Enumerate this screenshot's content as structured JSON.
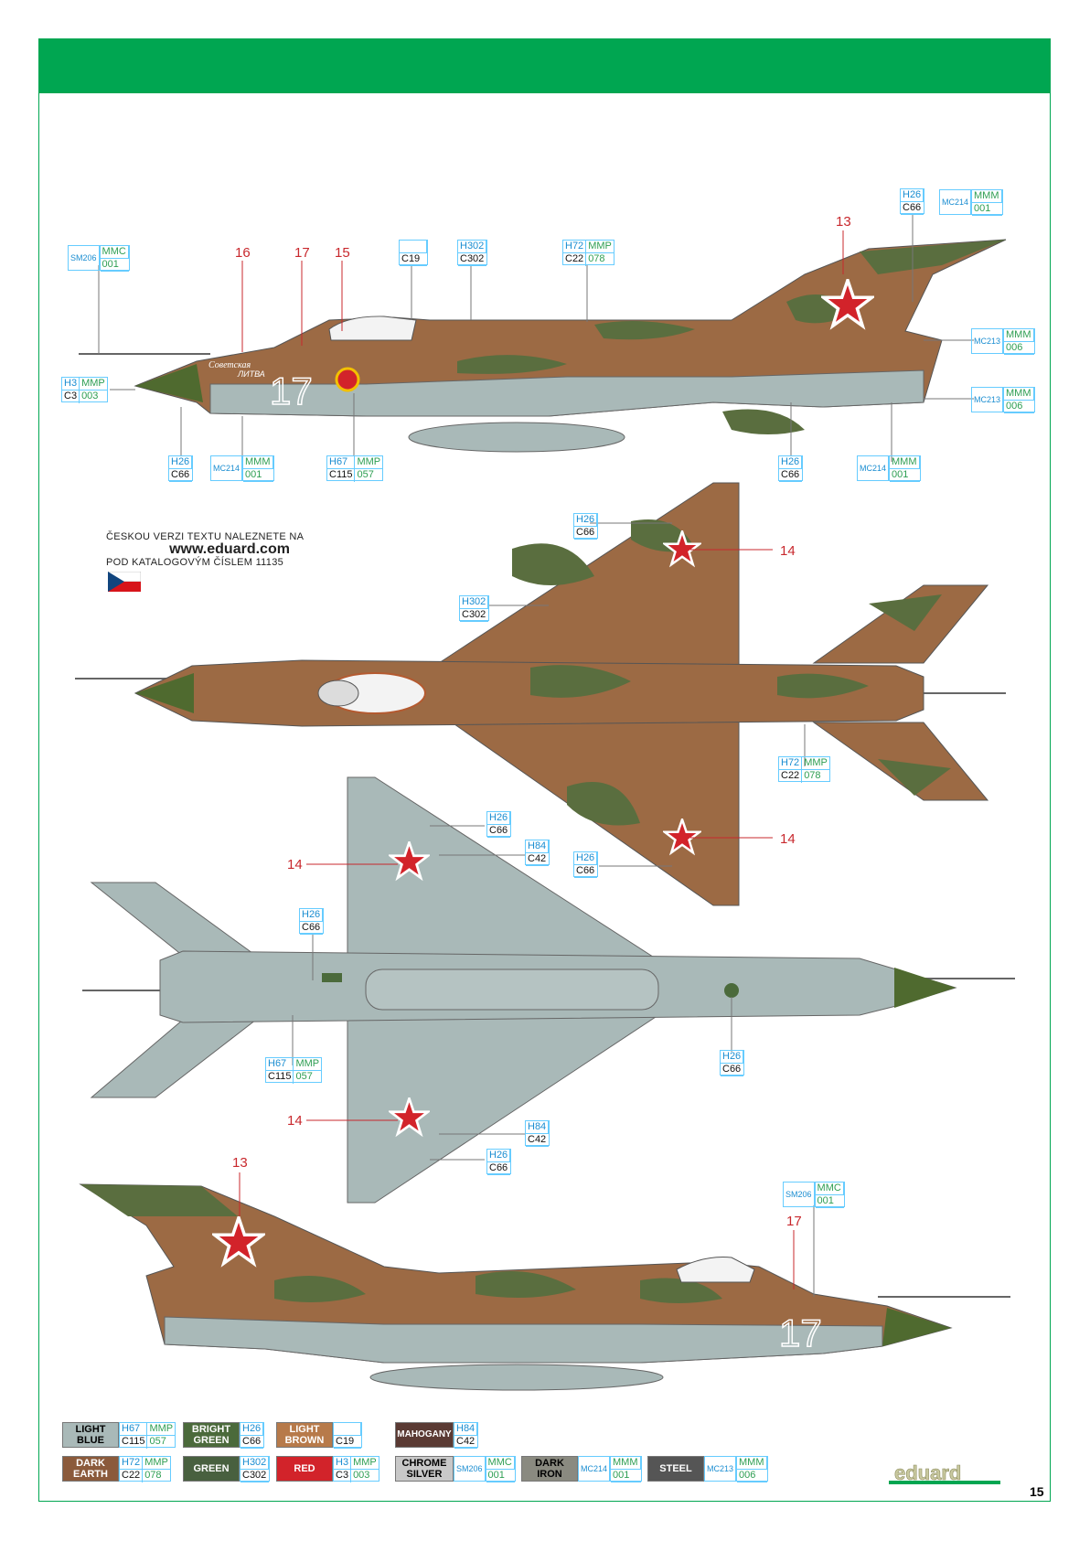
{
  "page_number": "15",
  "brand": "eduard",
  "czech_note": {
    "line1": "ČESKOU VERZI TEXTU NALEZNETE NA",
    "url": "www.eduard.com",
    "line3": "POD KATALOGOVÝM ČÍSLEM  11135"
  },
  "aircraft_markings": {
    "tail_number": "17",
    "nose_inscription_1": "Советская",
    "nose_inscription_2": "ЛИТВА"
  },
  "stencil_numbers": [
    "16",
    "17",
    "15",
    "13",
    "14",
    "14",
    "14",
    "14",
    "13",
    "17"
  ],
  "callouts": {
    "sm206_mmc_001": {
      "a": "SM206",
      "b": "MMC",
      "c": "001"
    },
    "c19": {
      "a": "",
      "b": "C19"
    },
    "h302_c302": {
      "a": "H302",
      "b": "C302"
    },
    "h72_c22": {
      "a": "H72",
      "b": "MMP",
      "c": "C22",
      "d": "078"
    },
    "h26_c66": {
      "a": "H26",
      "b": "C66"
    },
    "mc214_mmm_001": {
      "a": "MC214",
      "b": "MMM",
      "c": "001"
    },
    "mc213_mmm_006": {
      "a": "MC213",
      "b": "MMM",
      "c": "006"
    },
    "h3_c3": {
      "a": "H3",
      "b": "MMP",
      "c": "C3",
      "d": "003"
    },
    "h67_c115": {
      "a": "H67",
      "b": "MMP",
      "c": "C115",
      "d": "057"
    },
    "h84_c42": {
      "a": "H84",
      "b": "C42"
    }
  },
  "palette": [
    {
      "name": "LIGHT BLUE",
      "color": "#a9b9b8",
      "text_color": "#000000",
      "a": "H67",
      "b": "MMP",
      "c": "C115",
      "d": "057"
    },
    {
      "name": "BRIGHT GREEN",
      "color": "#4b6a3b",
      "text_color": "#ffffff",
      "a": "H26",
      "b": "",
      "c": "C66",
      "d": ""
    },
    {
      "name": "LIGHT BROWN",
      "color": "#b77a4a",
      "text_color": "#ffffff",
      "a": "",
      "b": "",
      "c": "C19",
      "d": ""
    },
    {
      "name": "MAHOGANY",
      "color": "#5a3a33",
      "text_color": "#ffffff",
      "a": "H84",
      "b": "",
      "c": "C42",
      "d": ""
    },
    {
      "name": "DARK EARTH",
      "color": "#8b5a3b",
      "text_color": "#ffffff",
      "a": "H72",
      "b": "MMP",
      "c": "C22",
      "d": "078"
    },
    {
      "name": "GREEN",
      "color": "#48603f",
      "text_color": "#ffffff",
      "a": "H302",
      "b": "",
      "c": "C302",
      "d": ""
    },
    {
      "name": "RED",
      "color": "#d2232a",
      "text_color": "#ffffff",
      "a": "H3",
      "b": "MMP",
      "c": "C3",
      "d": "003"
    },
    {
      "name": "CHROME SILVER",
      "color": "#c8c8c8",
      "text_color": "#000000",
      "tag": "SM206",
      "a": "MMC",
      "c": "001"
    },
    {
      "name": "DARK IRON",
      "color": "#8a8a80",
      "text_color": "#000000",
      "tag": "MC214",
      "a": "MMM",
      "c": "001"
    },
    {
      "name": "STEEL",
      "color": "#555555",
      "text_color": "#ffffff",
      "tag": "MC213",
      "a": "MMM",
      "c": "006"
    }
  ],
  "colors": {
    "header_green": "#00a651",
    "camo_brown": "#9c6a44",
    "camo_green": "#5a6e3f",
    "underside_blue": "#a9b9b8",
    "star_red": "#d2232a",
    "callout_blue": "#1a8dd1",
    "callout_green": "#2e9e52",
    "stencil_red": "#c8282d"
  }
}
